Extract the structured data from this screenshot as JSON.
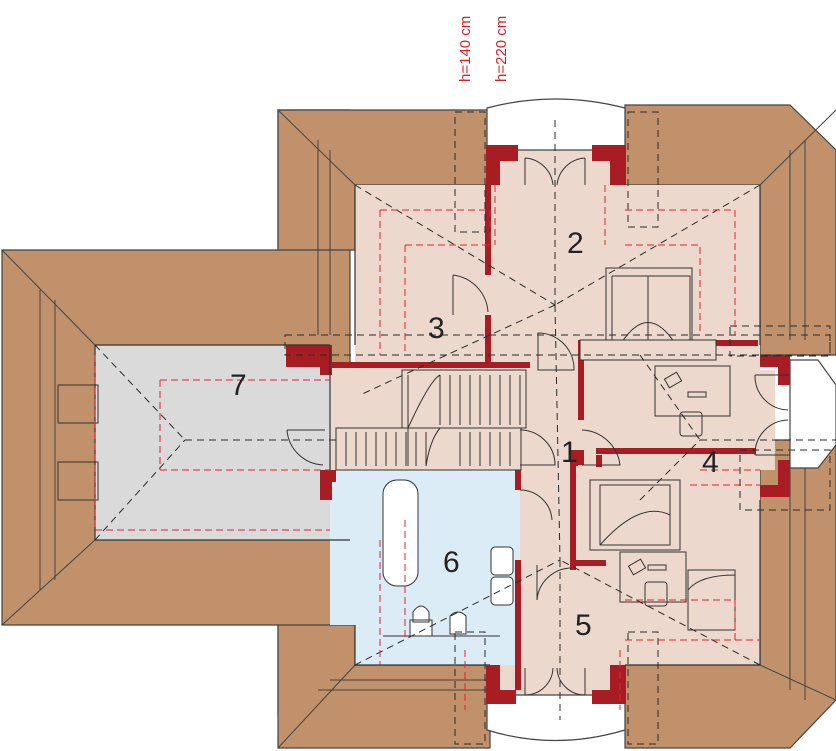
{
  "heights": [
    "h=140 cm",
    "h=220 cm"
  ],
  "rooms": [
    {
      "id": "1",
      "label": "1"
    },
    {
      "id": "2",
      "label": "2"
    },
    {
      "id": "3",
      "label": "3"
    },
    {
      "id": "4",
      "label": "4"
    },
    {
      "id": "5",
      "label": "5"
    },
    {
      "id": "6",
      "label": "6"
    },
    {
      "id": "7",
      "label": "7"
    }
  ],
  "colors": {
    "roof": "#c0916a",
    "room_floor": "#ecd8cc",
    "bathroom_floor": "#dcecf7",
    "attic_floor": "#dadada",
    "walls": "#a71d23",
    "height_text": "#d2232a",
    "red_dash": "#e0242c",
    "black_dash": "#2a2a2a"
  }
}
